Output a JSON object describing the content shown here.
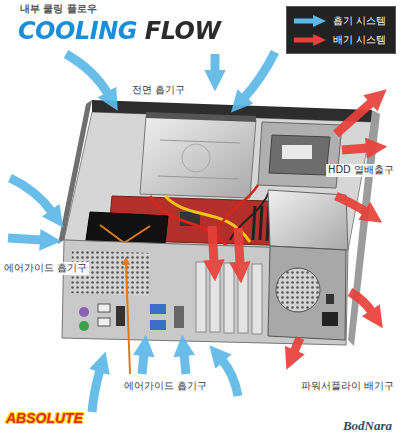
{
  "diagram": {
    "title": "COOLING FLOW",
    "labels": [
      "내부 쿨링 플로우",
      "전면 흡기구",
      "HDD 열배출구",
      "에어가이드 흡기구",
      "에어가이드 흡기구",
      "파워서플라이 배기구",
      "ABSOLUTE",
      "BodNara"
    ],
    "legend": [
      {
        "text": "흡기 시스템"
      },
      {
        "text": "배기 시스템"
      }
    ]
  }
}
